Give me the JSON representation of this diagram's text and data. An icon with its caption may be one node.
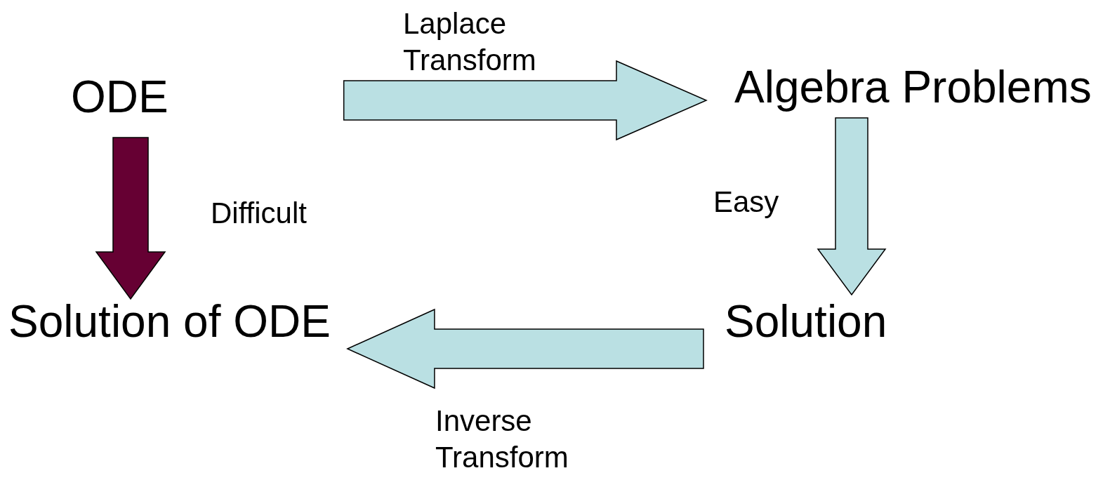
{
  "diagram": {
    "nodes": [
      {
        "text": [
          "ODE"
        ]
      },
      {
        "text": [
          "Algebra Problems"
        ]
      },
      {
        "text": [
          "Solution"
        ]
      },
      {
        "text": [
          "Solution of ODE"
        ]
      }
    ],
    "edges": [
      {
        "from": 0,
        "to": 1,
        "arrow": "to",
        "label": "Laplace Transform"
      },
      {
        "from": 1,
        "to": 2,
        "arrow": "to",
        "label": "Easy"
      },
      {
        "from": 2,
        "to": 3,
        "arrow": "to",
        "label": "Inverse Transform"
      },
      {
        "from": 0,
        "to": 3,
        "arrow": "to",
        "label": "Difficult",
        "color": "#660033"
      }
    ]
  }
}
